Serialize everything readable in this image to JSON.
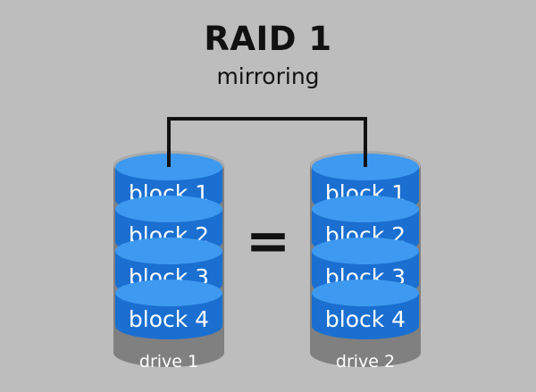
{
  "diagram": {
    "title": "RAID 1",
    "subtitle": "mirroring",
    "operator": "=",
    "drives": [
      {
        "label": "drive 1",
        "blocks": [
          "block 1",
          "block 2",
          "block 3",
          "block 4"
        ]
      },
      {
        "label": "drive 2",
        "blocks": [
          "block 1",
          "block 2",
          "block 3",
          "block 4"
        ]
      }
    ]
  },
  "colors": {
    "background": "#bdbdbd",
    "drive_body": "#808080",
    "drive_top": "#aaaaaa",
    "block_fill": "#1a6fd1",
    "block_top": "#3e9af0",
    "block_text": "#ffffff",
    "connector": "#111111"
  }
}
